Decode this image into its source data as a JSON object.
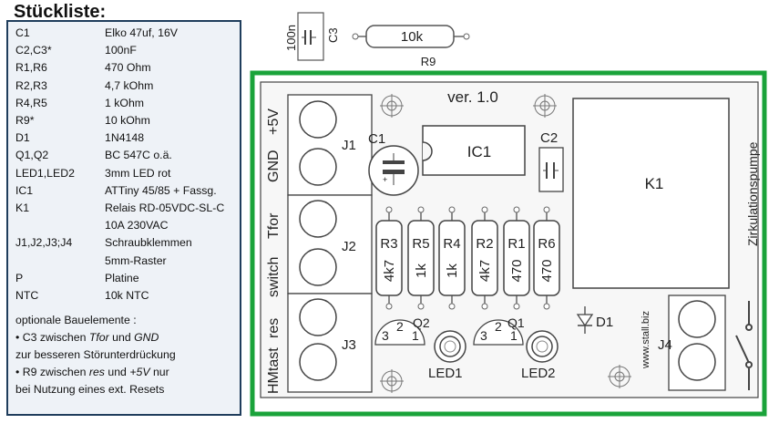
{
  "title": "Stückliste:",
  "bom": [
    {
      "ref": "C1",
      "value": "Elko 47uf, 16V"
    },
    {
      "ref": "C2,C3*",
      "value": "100nF"
    },
    {
      "ref": "R1,R6",
      "value": "470 Ohm"
    },
    {
      "ref": "R2,R3",
      "value": "4,7  kOhm"
    },
    {
      "ref": "R4,R5",
      "value": "1      kOhm"
    },
    {
      "ref": "R9*",
      "value": "10    kOhm"
    },
    {
      "ref": "D1",
      "value": "1N4148"
    },
    {
      "ref": "Q1,Q2",
      "value": "BC 547C  o.ä."
    },
    {
      "ref": "LED1,LED2",
      "value": "3mm LED rot"
    },
    {
      "ref": "IC1",
      "value": "ATTiny 45/85 + Fassg."
    },
    {
      "ref": "K1",
      "value": "Relais RD-05VDC-SL-C"
    },
    {
      "ref": "",
      "value": "10A   230VAC"
    },
    {
      "ref": "J1,J2,J3;J4",
      "value": "Schraubklemmen"
    },
    {
      "ref": "",
      "value": "5mm-Raster"
    },
    {
      "ref": "P",
      "value": "Platine"
    },
    {
      "ref": "NTC",
      "value": "10k NTC"
    }
  ],
  "notes": {
    "heading": "optionale Bauelemente :",
    "line1_prefix": "•  C3 zwischen ",
    "line1_a": "Tfor",
    "line1_mid": " und ",
    "line1_b": "GND",
    "line2": "zur besseren Störunterdrückung",
    "line3_prefix": "•  R9 zwischen ",
    "line3_a": "res",
    "line3_mid": " und ",
    "line3_b": "+5V",
    "line3_suffix": " nur",
    "line4": "bei Nutzung eines ext. Resets"
  },
  "board": {
    "version": "ver. 1.0",
    "website": "www.stall.biz",
    "border_color": "#1aa33a",
    "pin_labels": [
      "+5V",
      "GND",
      "Tfor",
      "switch",
      "res",
      "HMtast"
    ],
    "connectors": [
      "J1",
      "J2",
      "J3",
      "J4"
    ],
    "resistors": [
      {
        "ref": "R3",
        "value": "4k7"
      },
      {
        "ref": "R5",
        "value": "1k"
      },
      {
        "ref": "R4",
        "value": "1k"
      },
      {
        "ref": "R2",
        "value": "4k7"
      },
      {
        "ref": "R1",
        "value": "470"
      },
      {
        "ref": "R6",
        "value": "470"
      }
    ],
    "ic_label": "IC1",
    "c1_label": "C1",
    "c2_label": "C2",
    "relay_label": "K1",
    "pump_label": "Zirkulationspumpe",
    "q1_label": "Q1",
    "q2_label": "Q2",
    "transistor_pins": [
      "3",
      "2",
      "1"
    ],
    "led1_label": "LED1",
    "led2_label": "LED2",
    "diode_label": "D1",
    "c3_label": "C3",
    "c3_value": "100n",
    "r9_label": "R9",
    "r9_value": "10k"
  }
}
